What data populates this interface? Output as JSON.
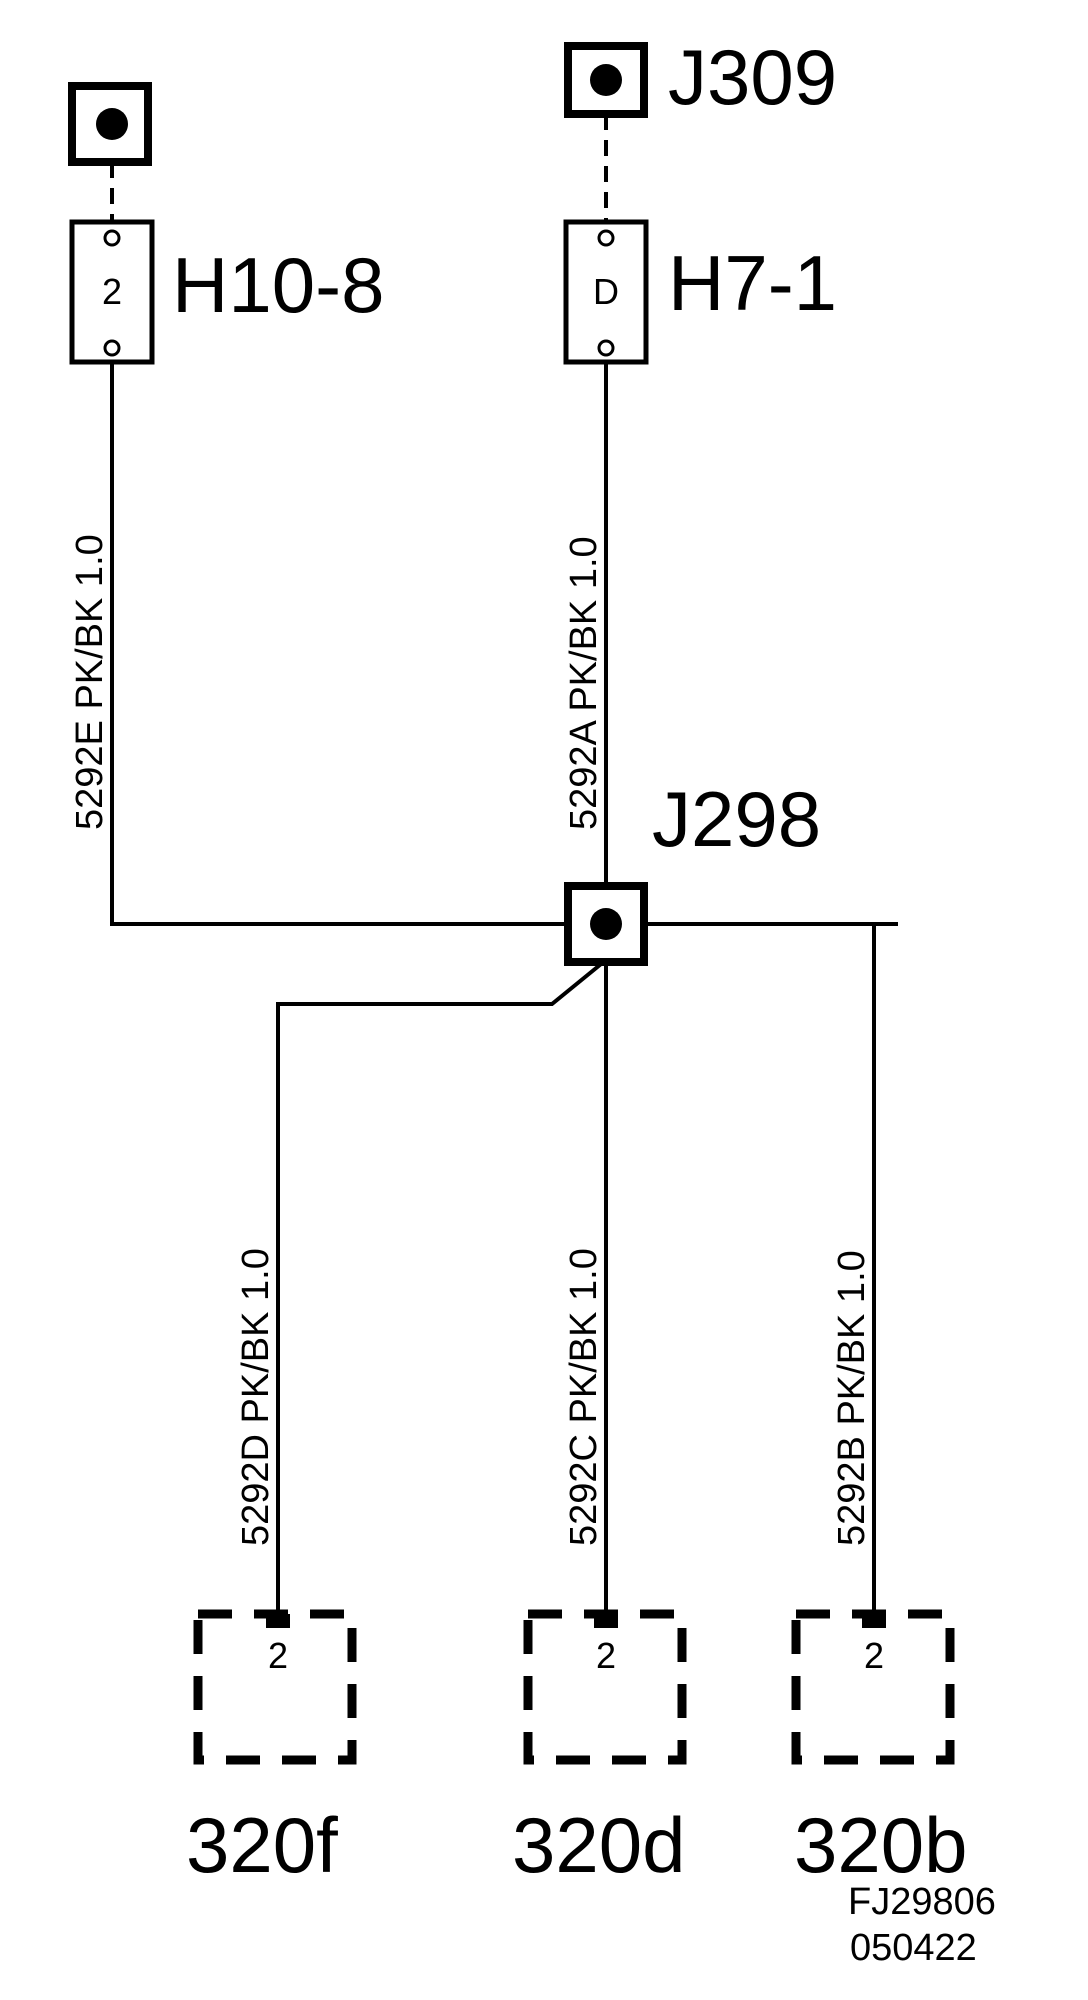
{
  "connectors": {
    "h10_8": {
      "label": "H10-8",
      "pin": "2"
    },
    "h7_1": {
      "label": "H7-1",
      "pin": "D"
    },
    "j309": {
      "label": "J309"
    },
    "j298": {
      "label": "J298"
    }
  },
  "wires": {
    "w5292e": {
      "label": "5292E  PK/BK  1.0"
    },
    "w5292a": {
      "label": "5292A  PK/BK  1.0"
    },
    "w5292d": {
      "label": "5292D  PK/BK  1.0"
    },
    "w5292c": {
      "label": "5292C  PK/BK  1.0"
    },
    "w5292b": {
      "label": "5292B  PK/BK  1.0"
    }
  },
  "components": {
    "c320f": {
      "label": "320f",
      "pin": "2"
    },
    "c320d": {
      "label": "320d",
      "pin": "2"
    },
    "c320b": {
      "label": "320b",
      "pin": "2"
    }
  },
  "figure_ref": {
    "line1": "FJ29806",
    "line2": "050422"
  }
}
